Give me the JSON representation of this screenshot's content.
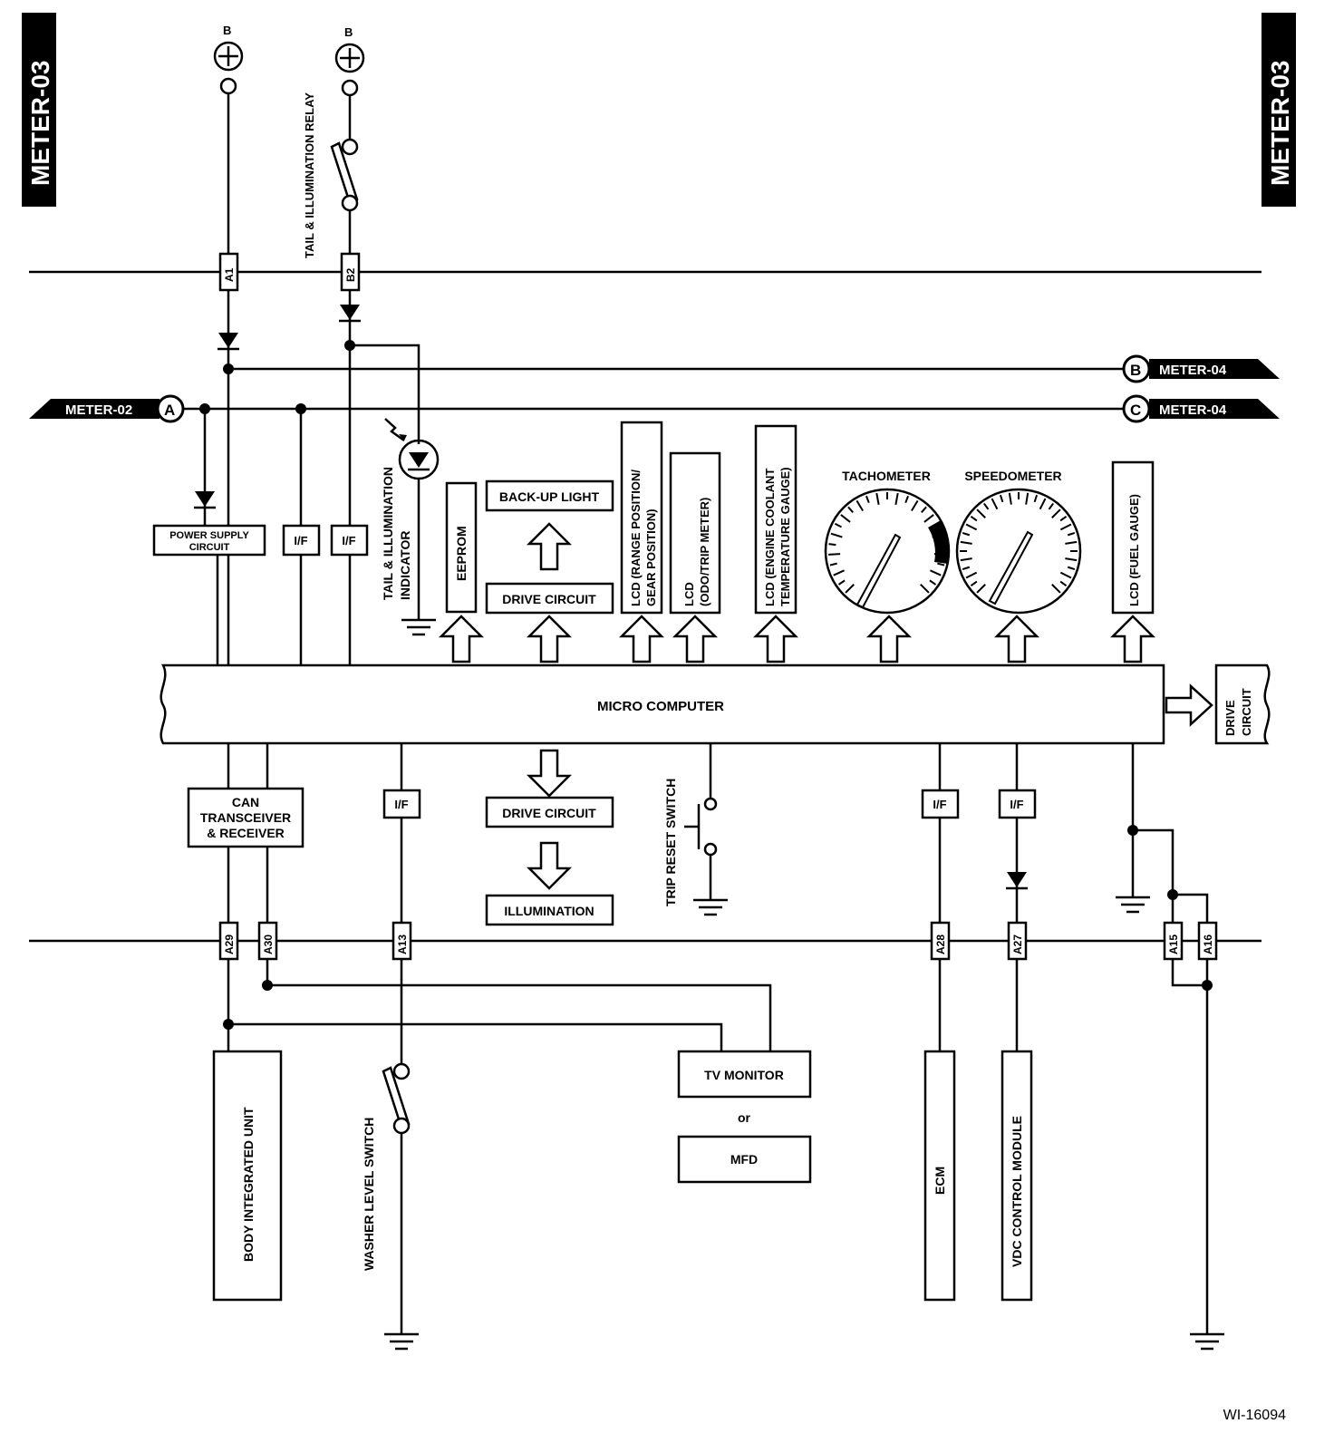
{
  "page_tag": "METER-03",
  "figure_id": "WI-16094",
  "power_symbol_label": "B",
  "relay_label": "TAIL & ILLUMINATION RELAY",
  "indicator_label": [
    "TAIL & ILLUMINATION",
    "INDICATOR"
  ],
  "connectors": {
    "top": [
      "A1",
      "B2"
    ],
    "bottom": [
      "A29",
      "A30",
      "A13",
      "A28",
      "A27",
      "A15",
      "A16"
    ]
  },
  "references": {
    "a": {
      "letter": "A",
      "page": "METER-02"
    },
    "b": {
      "letter": "B",
      "page": "METER-04"
    },
    "c": {
      "letter": "C",
      "page": "METER-04"
    }
  },
  "blocks": {
    "power_supply": [
      "POWER SUPPLY",
      "CIRCUIT"
    ],
    "if_label": "I/F",
    "eeprom": "EEPROM",
    "backup_light": "BACK-UP LIGHT",
    "drive_circuit": "DRIVE CIRCUIT",
    "lcd_range": [
      "LCD (RANGE POSITION/",
      "GEAR POSITION)"
    ],
    "lcd_odo": [
      "LCD",
      "(ODO/TRIP METER)"
    ],
    "lcd_coolant": [
      "LCD (ENGINE COOLANT",
      "TEMPERATURE GAUGE)"
    ],
    "tachometer": "TACHOMETER",
    "speedometer": "SPEEDOMETER",
    "lcd_fuel": "LCD (FUEL GAUGE)",
    "micro_computer": "MICRO COMPUTER",
    "drive_circuit_right": [
      "DRIVE",
      "CIRCUIT"
    ],
    "can": [
      "CAN",
      "TRANSCEIVER",
      "& RECEIVER"
    ],
    "illumination": "ILLUMINATION",
    "trip_reset": "TRIP RESET SWITCH",
    "tv_monitor": "TV MONITOR",
    "or_text": "or",
    "mfd": "MFD",
    "body_unit": "BODY INTEGRATED UNIT",
    "washer_switch": "WASHER LEVEL SWITCH",
    "ecm": "ECM",
    "vdc": "VDC CONTROL MODULE"
  }
}
